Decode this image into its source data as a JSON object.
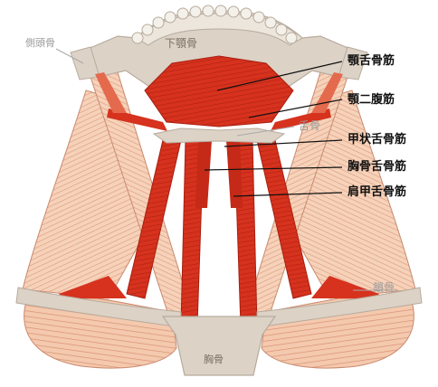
{
  "labels": {
    "mandible": "下顎骨",
    "temporal": "側頭骨",
    "hyoid": "舌骨",
    "clavicle": "鎖骨",
    "sternum": "胸骨"
  },
  "muscles": {
    "geniohyoid": "顎舌骨筋",
    "digastric": "顎二腹筋",
    "thyrohyoid": "甲状舌骨筋",
    "sternohyoid": "胸骨舌骨筋",
    "omohyoid": "肩甲舌骨筋"
  },
  "colors": {
    "bone": "#d9cfc4",
    "muscle_red": "#d6321e",
    "muscle_pale": "#f2c4a8",
    "leader": "#111111"
  }
}
